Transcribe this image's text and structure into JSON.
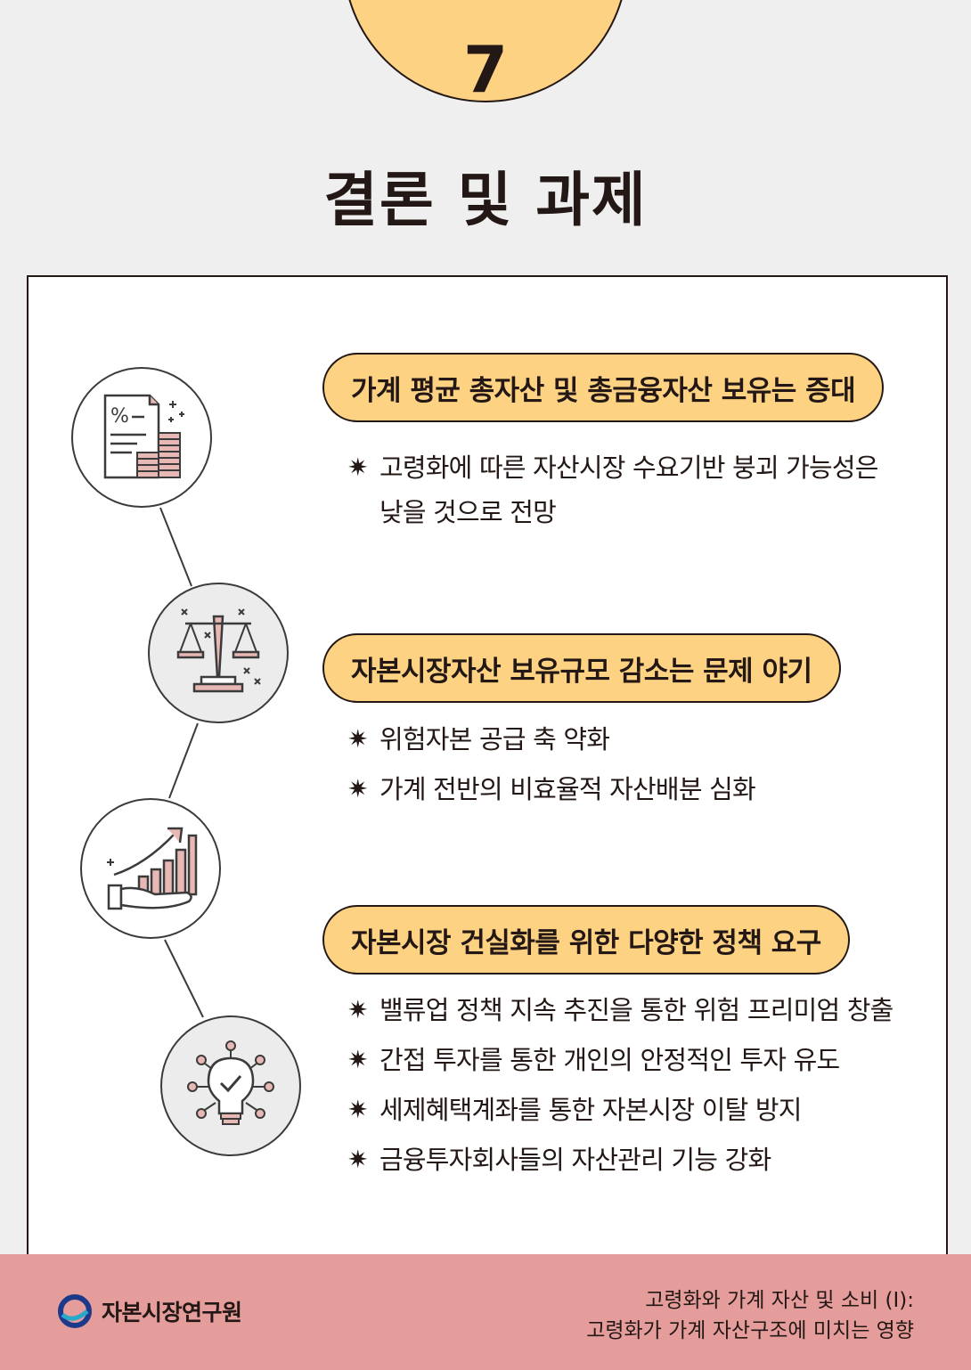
{
  "header": {
    "section_number": "7",
    "title": "결론 및 과제"
  },
  "sections": [
    {
      "heading": "가계 평균 총자산 및 총금융자산 보유는 증대",
      "icon": "document-coins-icon",
      "bullets": [
        "고령화에 따른 자산시장 수요기반 붕괴 가능성은\n낮을 것으로 전망"
      ]
    },
    {
      "heading": "자본시장자산 보유규모 감소는 문제 야기",
      "icon": "scale-balance-icon",
      "bullets": [
        "위험자본 공급 축 약화",
        "가계 전반의 비효율적 자산배분 심화"
      ]
    },
    {
      "heading": "자본시장 건실화를 위한 다양한 정책 요구",
      "icon": "growth-hand-chart-icon",
      "bullets": [
        "밸류업 정책 지속 추진을 통한 위험 프리미엄 창출",
        "간접 투자를 통한 개인의 안정적인 투자 유도",
        "세제혜택계좌를 통한 자본시장 이탈 방지",
        "금융투자회사들의 자산관리 기능 강화"
      ]
    }
  ],
  "bullet_symbol": "✷",
  "footer": {
    "logo_text": "자본시장연구원",
    "report_title_line1": "고령화와 가계 자산 및 소비 (I):",
    "report_title_line2": "고령화가 가계 자산구조에 미치는 영향"
  },
  "colors": {
    "accent_yellow": "#fdd282",
    "footer_pink": "#e49d9b",
    "icon_pink": "#e8b8b4",
    "text_dark": "#231815"
  }
}
